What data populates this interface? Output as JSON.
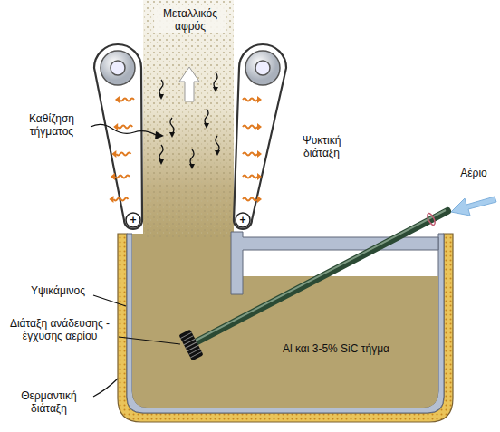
{
  "diagram": {
    "labels": [
      "Μεταλλικός αφρός",
      "Καθίζηση τήγματος",
      "Ψυκτική διάταξη",
      "Αέριο",
      "Υψικάμινος",
      "Διάταξη ανάδευσης - έγχυσης αερίου",
      "Al και 3-5% SiC τήγμα",
      "Θερμαντική διάταξη",
      "+",
      "+"
    ]
  }
}
